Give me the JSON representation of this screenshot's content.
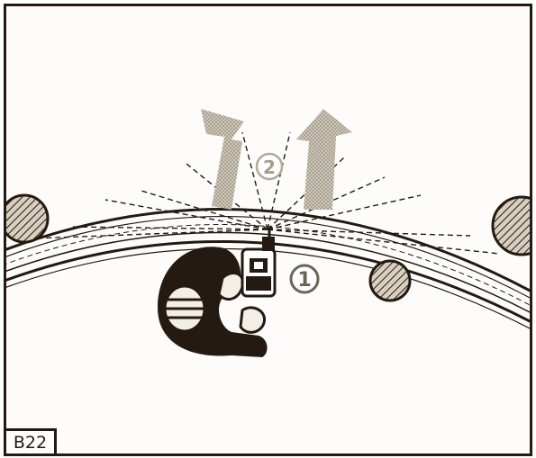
{
  "figure": {
    "label": "B22",
    "callouts": [
      {
        "number": "1",
        "meaning": "operator-position"
      },
      {
        "number": "2",
        "meaning": "spray-fan"
      }
    ]
  },
  "colors": {
    "ink": "#241a12",
    "arrow_fill": "#b9b2a4",
    "hatch_fill": "#d8cfc0",
    "background": "#fdfcfa"
  }
}
